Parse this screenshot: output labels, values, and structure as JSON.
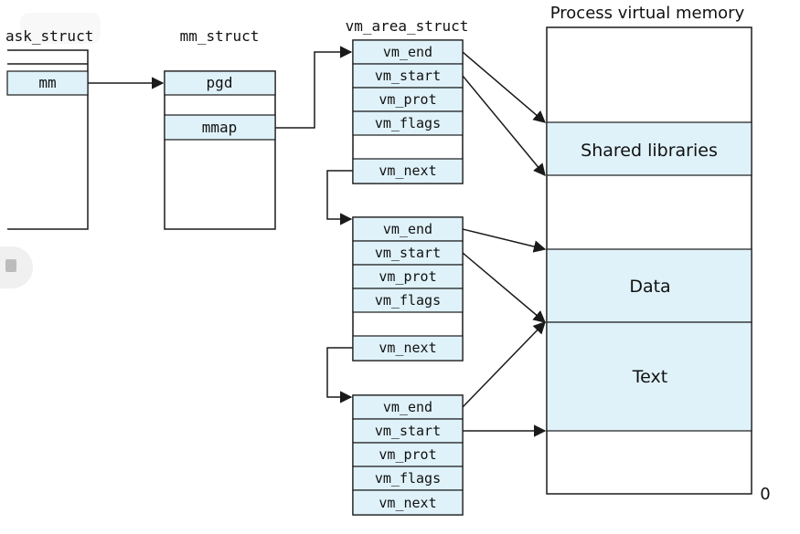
{
  "task_struct": {
    "title": "ask_struct",
    "field": "mm"
  },
  "mm_struct": {
    "title": "mm_struct",
    "fields": [
      "pgd",
      "mmap"
    ]
  },
  "vm_area_struct": {
    "title": "vm_area_struct",
    "areas": [
      {
        "fields": [
          "vm_end",
          "vm_start",
          "vm_prot",
          "vm_flags"
        ],
        "next": "vm_next"
      },
      {
        "fields": [
          "vm_end",
          "vm_start",
          "vm_prot",
          "vm_flags"
        ],
        "next": "vm_next"
      },
      {
        "fields": [
          "vm_end",
          "vm_start",
          "vm_prot",
          "vm_flags"
        ],
        "next": "vm_next"
      }
    ]
  },
  "memory": {
    "title": "Process virtual memory",
    "regions": [
      "Shared libraries",
      "Data",
      "Text"
    ],
    "bottom_label": "0"
  },
  "colors": {
    "cell_fill": "#dff2fa",
    "line": "#1a1a1a"
  }
}
